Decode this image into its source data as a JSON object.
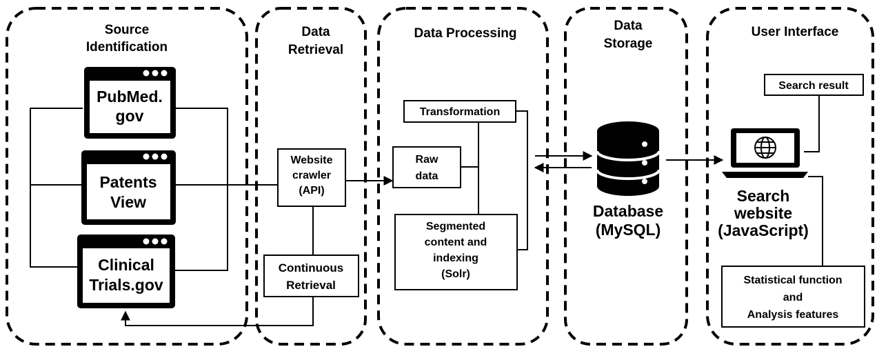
{
  "stages": {
    "source_identification": [
      "Source",
      "Identification"
    ],
    "data_retrieval": [
      "Data",
      "Retrieval"
    ],
    "data_processing": [
      "Data Processing"
    ],
    "data_storage": [
      "Data",
      "Storage"
    ],
    "user_interface": [
      "User Interface"
    ]
  },
  "sources": {
    "pubmed": [
      "PubMed.",
      "gov"
    ],
    "patentsview": [
      "Patents",
      "View"
    ],
    "clinicaltrials": [
      "Clinical",
      "Trials.gov"
    ]
  },
  "retrieval": {
    "crawler": [
      "Website",
      "crawler",
      "(API)"
    ],
    "continuous": [
      "Continuous",
      "Retrieval"
    ]
  },
  "processing": {
    "transformation": [
      "Transformation"
    ],
    "raw_data": [
      "Raw",
      "data"
    ],
    "segmented": [
      "Segmented",
      "content and",
      "indexing",
      "(Solr)"
    ]
  },
  "storage": {
    "database": [
      "Database",
      "(MySQL)"
    ]
  },
  "interface": {
    "search_result": [
      "Search result"
    ],
    "search_website": [
      "Search",
      "website",
      "(JavaScript)"
    ],
    "statistical": [
      "Statistical function",
      "and",
      "Analysis features"
    ]
  }
}
